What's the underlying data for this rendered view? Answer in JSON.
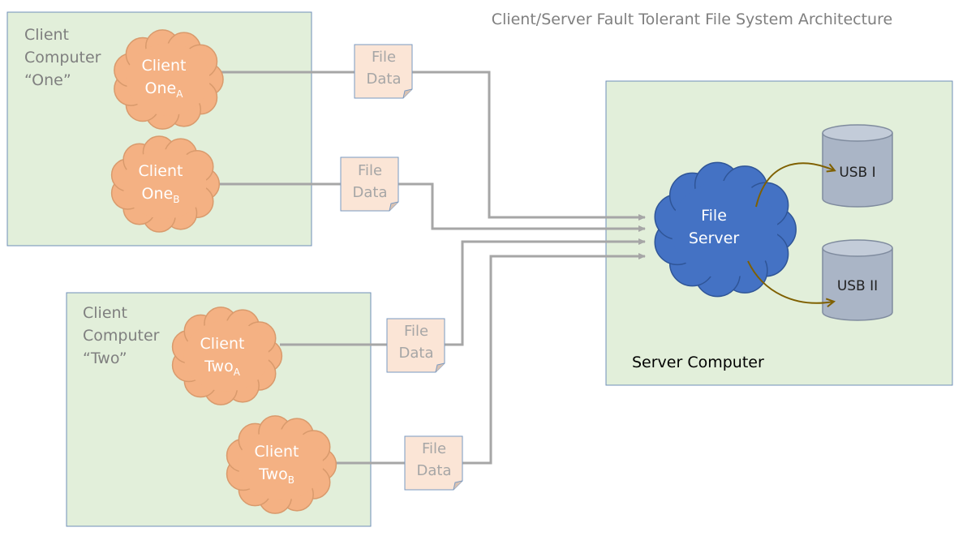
{
  "title": "Client/Server Fault Tolerant File System Architecture",
  "colors": {
    "box_fill": "#e2efda",
    "box_stroke": "#6f8fb8",
    "client_cloud": "#f4b183",
    "client_cloud_stroke": "#d99a6c",
    "server_cloud": "#4472c4",
    "server_cloud_stroke": "#2f5597",
    "doc_fill": "#fbe5d6",
    "doc_text": "#a6a6a6",
    "connector": "#a6a6a6",
    "disk_fill": "#aab5c6",
    "disk_stroke": "#7f8b9e",
    "usb_arrow": "#7f6000",
    "title_text": "#7f7f7f"
  },
  "client_one": {
    "label_line1": "Client",
    "label_line2": "Computer",
    "label_line3": "“One”",
    "cloud_a": {
      "line1": "Client",
      "line2": "One",
      "sub": "A"
    },
    "cloud_b": {
      "line1": "Client",
      "line2": "One",
      "sub": "B"
    }
  },
  "client_two": {
    "label_line1": "Client",
    "label_line2": "Computer",
    "label_line3": "“Two”",
    "cloud_a": {
      "line1": "Client",
      "line2": "Two",
      "sub": "A"
    },
    "cloud_b": {
      "line1": "Client",
      "line2": "Two",
      "sub": "B"
    }
  },
  "file_docs": [
    {
      "line1": "File",
      "line2": "Data"
    },
    {
      "line1": "File",
      "line2": "Data"
    },
    {
      "line1": "File",
      "line2": "Data"
    },
    {
      "line1": "File",
      "line2": "Data"
    }
  ],
  "server": {
    "label": "Server Computer",
    "cloud": {
      "line1": "File",
      "line2": "Server"
    },
    "usb1": "USB I",
    "usb2": "USB II"
  }
}
